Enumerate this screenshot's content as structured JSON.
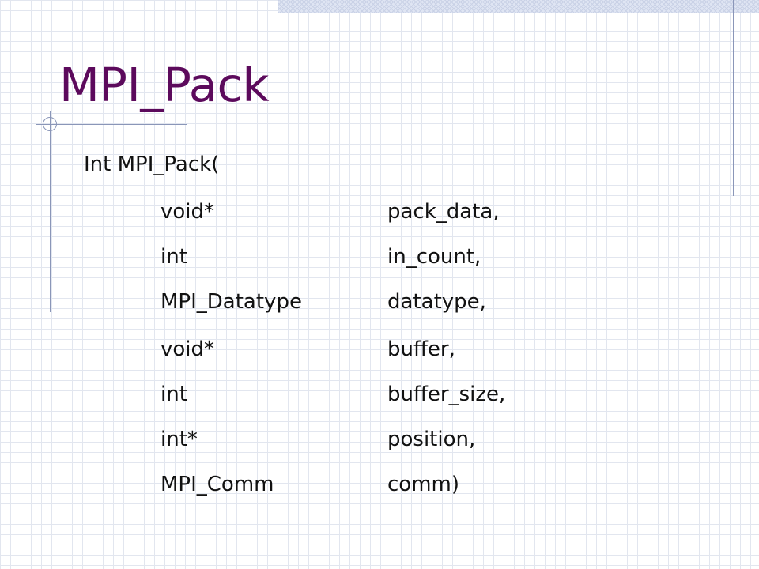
{
  "slide": {
    "title": "MPI_Pack",
    "declaration": "Int MPI_Pack(",
    "parameters": [
      {
        "type": "void*",
        "name": "pack_data,"
      },
      {
        "type": "int",
        "name": "in_count,"
      },
      {
        "type": "MPI_Datatype",
        "name": "datatype,"
      },
      {
        "type": "void*",
        "name": "buffer,"
      },
      {
        "type": "int",
        "name": "buffer_size,"
      },
      {
        "type": "int*",
        "name": "position,"
      },
      {
        "type": "MPI_Comm",
        "name": "comm)"
      }
    ]
  },
  "colors": {
    "title": "#5c0a5c",
    "text": "#111111",
    "accent_rule": "#8a96b8",
    "grid": "#e2e6ef"
  }
}
